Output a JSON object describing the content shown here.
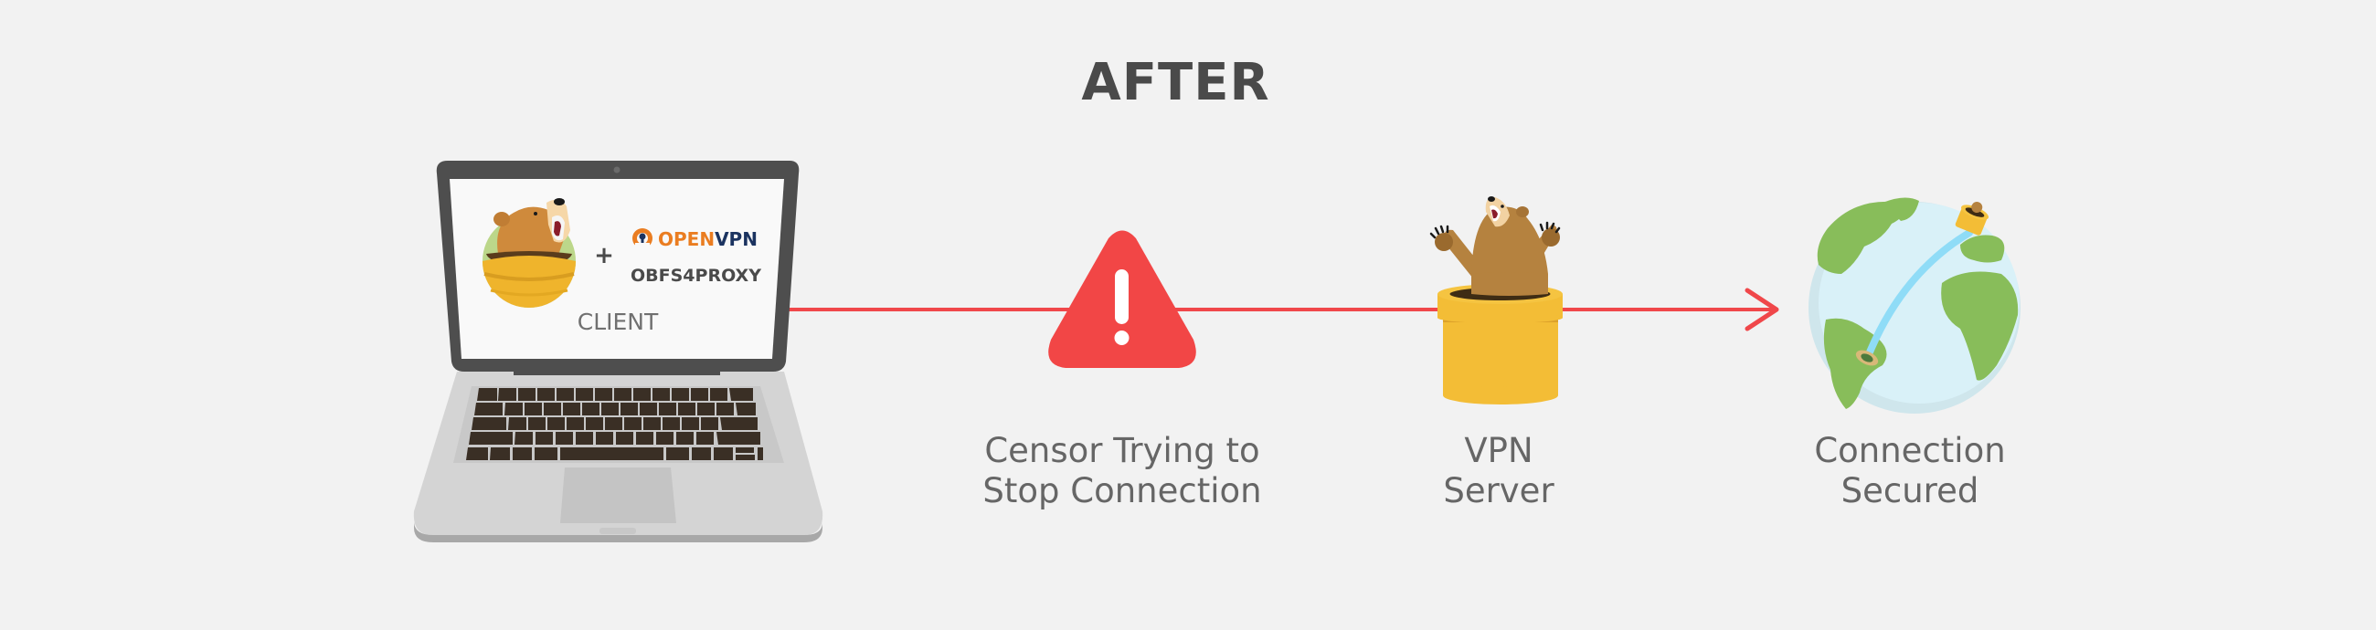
{
  "title": "AFTER",
  "colors": {
    "background": "#f2f2f2",
    "title": "#4a4a4a",
    "label": "#666666",
    "connection_line": "#f0474a",
    "warning": "#f24646",
    "pipe": "#f3bd36",
    "bear": "#b5823f",
    "globe_land": "#88bd5a",
    "globe_ocean": "#d8f0f8",
    "openvpn_orange": "#ea7d21",
    "openvpn_navy": "#1b3360"
  },
  "client": {
    "plus": "+",
    "openvpn_logo": {
      "open": "OPEN",
      "vpn": "VPN"
    },
    "obfs4proxy": "OBFS4PROXY",
    "label": "CLIENT"
  },
  "stages": [
    {
      "id": "censor",
      "icon": "warning-triangle-icon",
      "line1": "Censor Trying to",
      "line2": "Stop Connection"
    },
    {
      "id": "vpn-server",
      "icon": "bear-in-pipe-icon",
      "line1": "VPN",
      "line2": "Server"
    },
    {
      "id": "connection-secured",
      "icon": "globe-icon",
      "line1": "Connection",
      "line2": "Secured"
    }
  ]
}
